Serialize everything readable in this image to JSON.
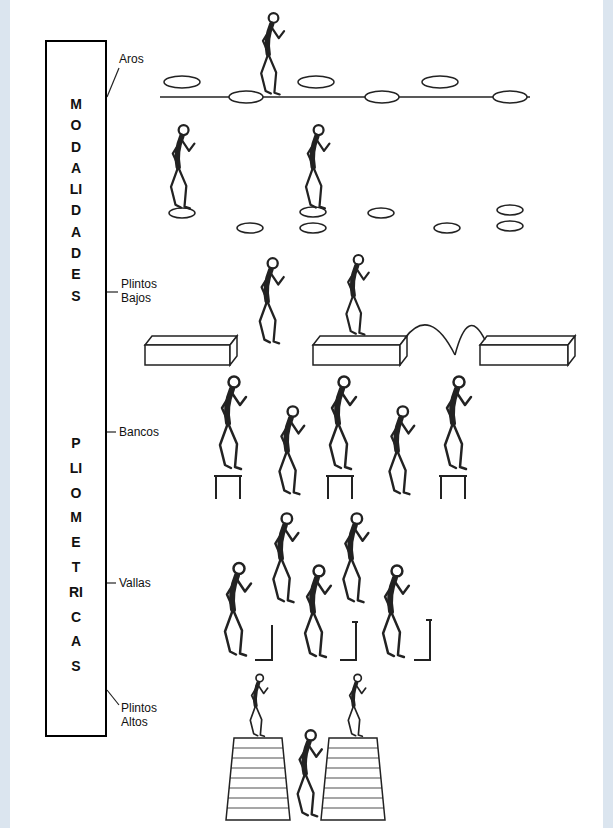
{
  "diagram": {
    "nodes": [
      {
        "text": [
          "MODALIDADES",
          "PLIOMETRICAS"
        ]
      }
    ],
    "labels": [
      "Aros",
      "Plintos Bajos",
      "Bancos",
      "Vallas",
      "Plintos Altos"
    ]
  }
}
